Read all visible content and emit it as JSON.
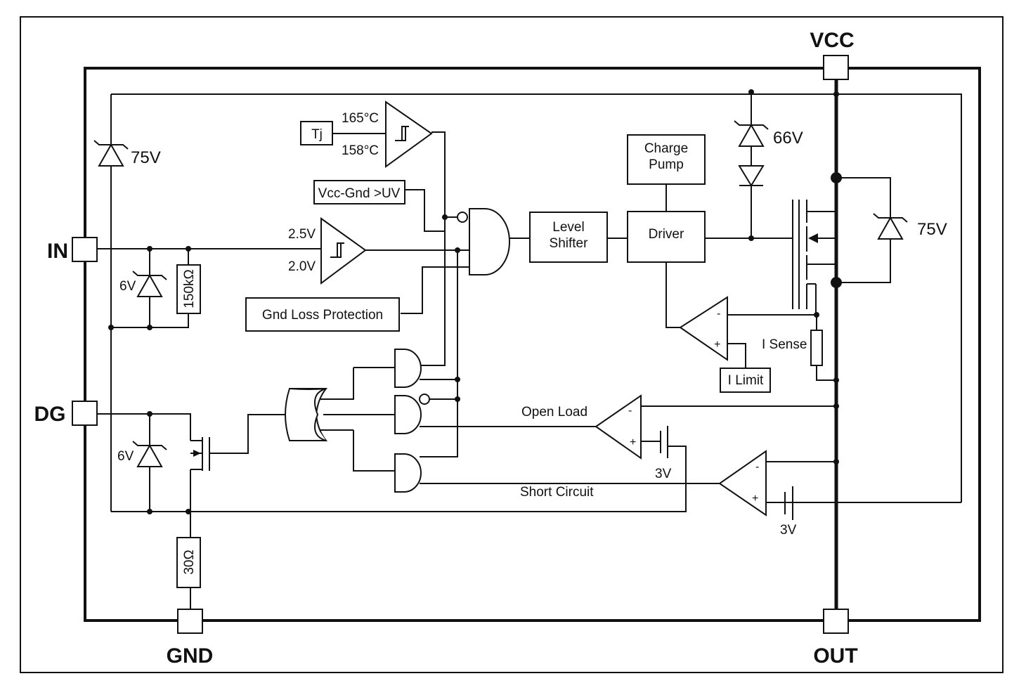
{
  "pins": {
    "vcc": "VCC",
    "in": "IN",
    "dg": "DG",
    "gnd": "GND",
    "out": "OUT"
  },
  "blocks": {
    "tj": "Tj",
    "vcc_gnd_uv": "Vcc-Gnd >UV",
    "gnd_loss": "Gnd Loss Protection",
    "level_shifter_line1": "Level",
    "level_shifter_line2": "Shifter",
    "charge_pump_line1": "Charge",
    "charge_pump_line2": "Pump",
    "driver": "Driver",
    "i_limit": "I Limit"
  },
  "labels": {
    "zener_in": "75V",
    "zener_gate": "66V",
    "zener_out": "75V",
    "zener_6v_in": "6V",
    "zener_6v_dg": "6V",
    "res_150k": "150kΩ",
    "res_30": "30Ω",
    "temp_high": "165°C",
    "temp_low": "158°C",
    "in_high": "2.5V",
    "in_low": "2.0V",
    "i_sense": "I Sense",
    "open_load": "Open Load",
    "short_circuit": "Short Circuit",
    "batt_open": "3V",
    "batt_short": "3V",
    "minus": "-",
    "plus": "+"
  }
}
